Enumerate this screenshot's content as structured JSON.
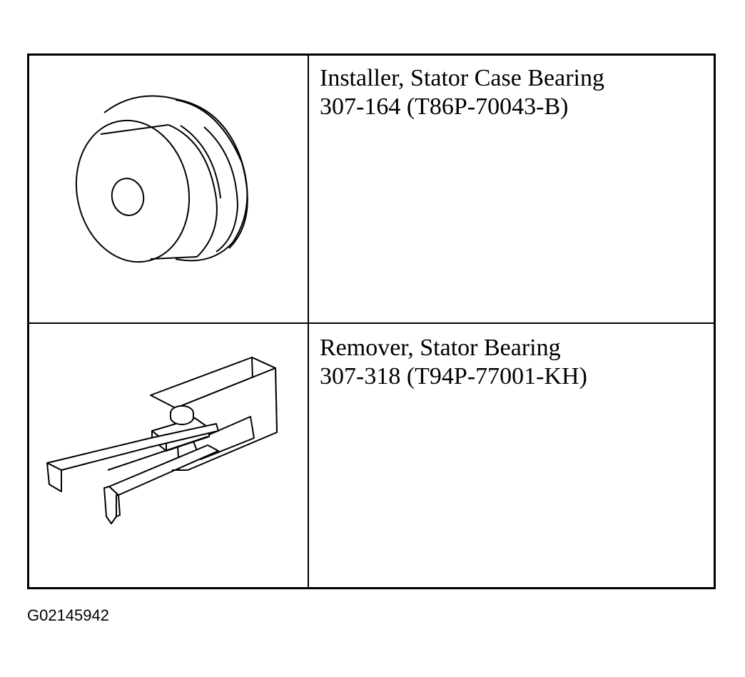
{
  "tools": [
    {
      "name": "Installer, Stator Case Bearing",
      "part_number": "307-164 (T86P-70043-B)",
      "icon": "stator-case-bearing-installer-icon"
    },
    {
      "name": "Remover, Stator Bearing",
      "part_number": "307-318 (T94P-77001-KH)",
      "icon": "stator-bearing-remover-icon"
    }
  ],
  "figure_id": "G02145942"
}
